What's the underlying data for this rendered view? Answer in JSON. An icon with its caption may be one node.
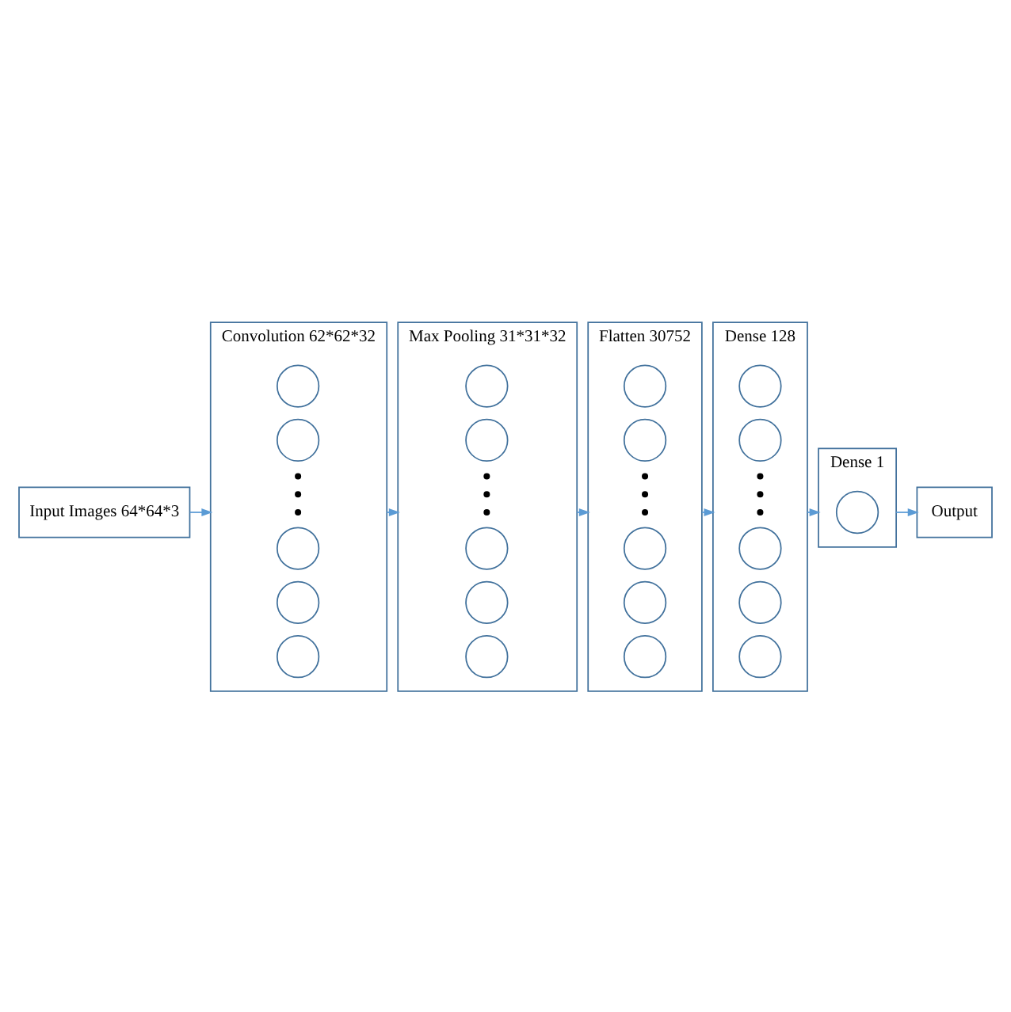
{
  "diagram": {
    "nodes": [
      {
        "text": [
          "Input Images 64*64*3"
        ]
      },
      {
        "text": [
          "Convolution 62*62*32"
        ]
      },
      {
        "text": [],
        "shape": "circle",
        "in": 1
      },
      {
        "text": [],
        "shape": "circle",
        "in": 1
      },
      {
        "text": [],
        "shape": "dot",
        "in": 1
      },
      {
        "text": [],
        "shape": "dot",
        "in": 1
      },
      {
        "text": [],
        "shape": "dot",
        "in": 1
      },
      {
        "text": [],
        "shape": "circle",
        "in": 1
      },
      {
        "text": [],
        "shape": "circle",
        "in": 1
      },
      {
        "text": [],
        "shape": "circle",
        "in": 1
      },
      {
        "text": [
          "Max Pooling 31*31*32"
        ]
      },
      {
        "text": [],
        "shape": "circle",
        "in": 10
      },
      {
        "text": [],
        "shape": "circle",
        "in": 10
      },
      {
        "text": [],
        "shape": "dot",
        "in": 10
      },
      {
        "text": [],
        "shape": "dot",
        "in": 10
      },
      {
        "text": [],
        "shape": "dot",
        "in": 10
      },
      {
        "text": [],
        "shape": "circle",
        "in": 10
      },
      {
        "text": [],
        "shape": "circle",
        "in": 10
      },
      {
        "text": [],
        "shape": "circle",
        "in": 10
      },
      {
        "text": [
          "Flatten 30752"
        ]
      },
      {
        "text": [],
        "shape": "circle",
        "in": 19
      },
      {
        "text": [],
        "shape": "circle",
        "in": 19
      },
      {
        "text": [],
        "shape": "dot",
        "in": 19
      },
      {
        "text": [],
        "shape": "dot",
        "in": 19
      },
      {
        "text": [],
        "shape": "dot",
        "in": 19
      },
      {
        "text": [],
        "shape": "circle",
        "in": 19
      },
      {
        "text": [],
        "shape": "circle",
        "in": 19
      },
      {
        "text": [],
        "shape": "circle",
        "in": 19
      },
      {
        "text": [
          "Dense 128"
        ]
      },
      {
        "text": [],
        "shape": "circle",
        "in": 28
      },
      {
        "text": [],
        "shape": "circle",
        "in": 28
      },
      {
        "text": [],
        "shape": "dot",
        "in": 28
      },
      {
        "text": [],
        "shape": "dot",
        "in": 28
      },
      {
        "text": [],
        "shape": "dot",
        "in": 28
      },
      {
        "text": [],
        "shape": "circle",
        "in": 28
      },
      {
        "text": [],
        "shape": "circle",
        "in": 28
      },
      {
        "text": [],
        "shape": "circle",
        "in": 28
      },
      {
        "text": [
          "Dense 1"
        ]
      },
      {
        "text": [],
        "shape": "circle",
        "in": 37
      },
      {
        "text": [
          "Output"
        ]
      }
    ],
    "edges": [
      {
        "from": 0,
        "to": 1,
        "arrow": "to"
      },
      {
        "from": 1,
        "to": 10,
        "arrow": "to"
      },
      {
        "from": 10,
        "to": 19,
        "arrow": "to"
      },
      {
        "from": 19,
        "to": 28,
        "arrow": "to"
      },
      {
        "from": 28,
        "to": 37,
        "arrow": "to"
      },
      {
        "from": 37,
        "to": 39,
        "arrow": "to"
      }
    ]
  }
}
